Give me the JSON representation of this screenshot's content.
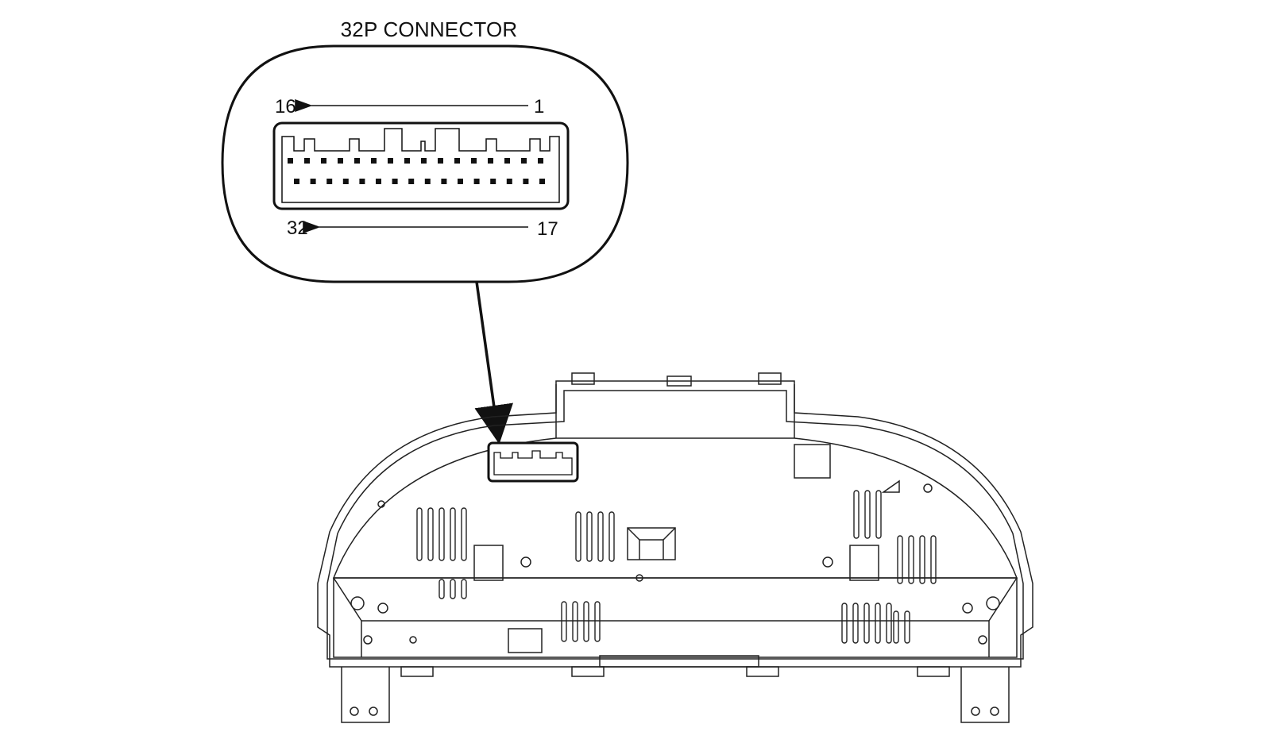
{
  "diagram": {
    "title": "32P CONNECTOR",
    "pin_labels": {
      "top_left": "16",
      "top_right": "1",
      "bottom_left": "32",
      "bottom_right": "17"
    }
  }
}
